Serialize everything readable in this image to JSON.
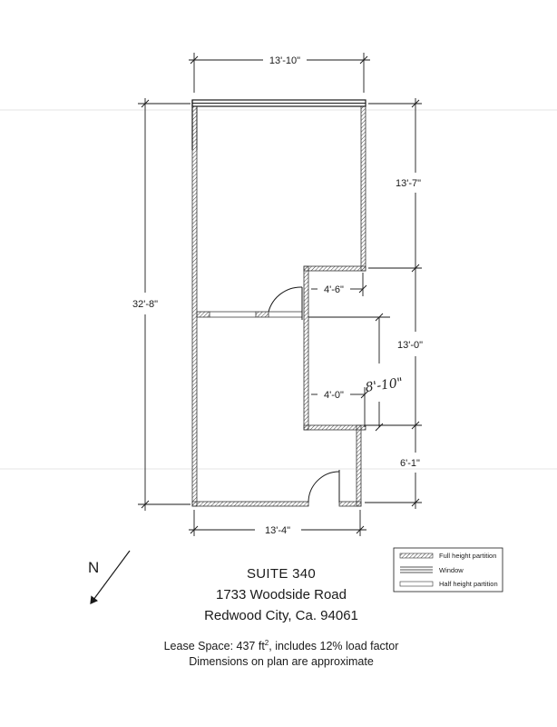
{
  "dimensions": {
    "top_width": "13'-10\"",
    "bottom_width": "13'-4\"",
    "overall_height": "32'-8\"",
    "right_top": "13'-7\"",
    "right_middle": "13'-0\"",
    "right_bottom": "6'-1\"",
    "notch_top": "4'-6\"",
    "notch_bottom": "4'-0\"",
    "handwritten": "8'-10\""
  },
  "north_label": "N",
  "title": {
    "suite": "SUITE 340",
    "address": "1733 Woodside Road",
    "city": "Redwood City, Ca. 94061"
  },
  "lease_prefix": "Lease Space: 437 ft",
  "lease_sup": "2",
  "lease_suffix": ", includes 12% load factor",
  "approx_note": "Dimensions on plan are approximate",
  "legend": {
    "items": [
      {
        "label": "Full height partition",
        "icon": "hatched-wall"
      },
      {
        "label": "Window",
        "icon": "double-line"
      },
      {
        "label": "Half height partition",
        "icon": "open-wall"
      }
    ]
  }
}
